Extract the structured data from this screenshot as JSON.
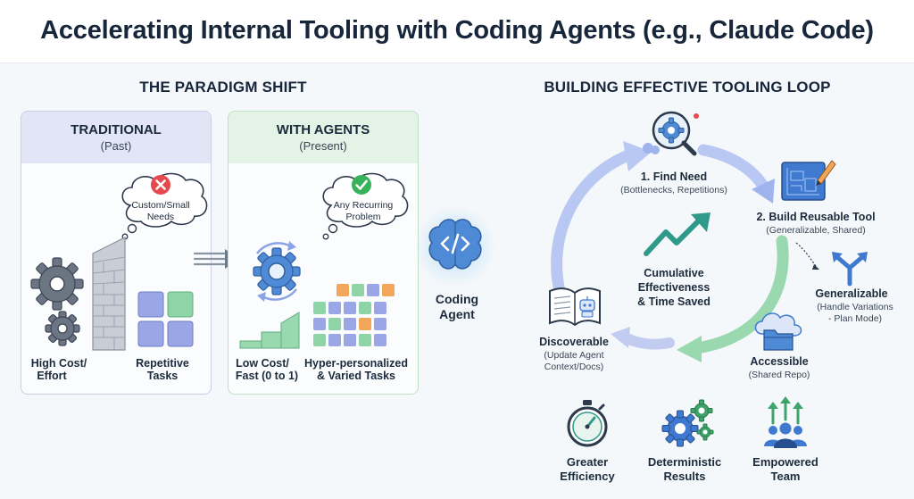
{
  "title": "Accelerating Internal Tooling with Coding Agents (e.g., Claude Code)",
  "left_section": {
    "title": "THE PARADIGM SHIFT",
    "traditional": {
      "title": "TRADITIONAL",
      "subtitle": "(Past)",
      "bubble_line1": "Custom/Small",
      "bubble_line2": "Needs",
      "cost_line1": "High Cost/",
      "cost_line2": "Effort",
      "tasks_line1": "Repetitive",
      "tasks_line2": "Tasks"
    },
    "agents": {
      "title": "WITH AGENTS",
      "subtitle": "(Present)",
      "bubble_line1": "Any Recurring",
      "bubble_line2": "Problem",
      "cost_line1": "Low Cost/",
      "cost_line2": "Fast (0 to 1)",
      "tasks_line1": "Hyper-personalized",
      "tasks_line2": "& Varied Tasks"
    },
    "agent_label_line1": "Coding",
    "agent_label_line2": "Agent"
  },
  "right_section": {
    "title": "BUILDING EFFECTIVE TOOLING LOOP",
    "step1": {
      "title": "1. Find Need",
      "sub": "(Bottlenecks, Repetitions)"
    },
    "step2": {
      "title": "2. Build Reusable Tool",
      "sub": "(Generalizable, Shared)"
    },
    "generalizable": {
      "title": "Generalizable",
      "sub1": "(Handle Variations",
      "sub2": "- Plan Mode)"
    },
    "accessible": {
      "title": "Accessible",
      "sub": "(Shared Repo)"
    },
    "discoverable": {
      "title": "Discoverable",
      "sub1": "(Update Agent",
      "sub2": "Context/Docs)"
    },
    "center_line1": "Cumulative",
    "center_line2": "Effectiveness",
    "center_line3": "& Time Saved"
  },
  "benefits": [
    {
      "line1": "Greater",
      "line2": "Efficiency",
      "icon": "stopwatch-icon"
    },
    {
      "line1": "Deterministic",
      "line2": "Results",
      "icon": "gears-icon"
    },
    {
      "line1": "Empowered",
      "line2": "Team",
      "icon": "team-icon"
    }
  ],
  "colors": {
    "traditional_head": "#e2e5f6",
    "traditional_border": "#c9cdea",
    "agents_head": "#e3f3e6",
    "agents_border": "#bfe0c7",
    "loop_blue": "#8aa4e6",
    "loop_green": "#7fcf9f",
    "red": "#e5484d",
    "green": "#37b25a"
  }
}
